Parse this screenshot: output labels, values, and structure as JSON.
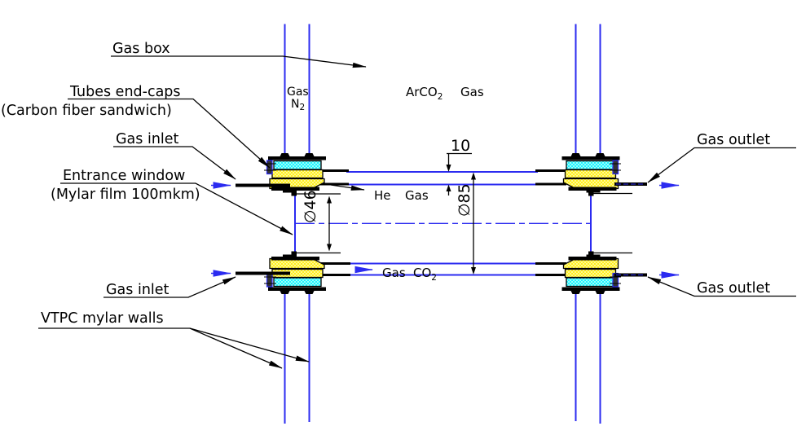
{
  "labels": {
    "gas_box": "Gas box",
    "tubes_end_caps": "Tubes end-caps",
    "tubes_end_caps_sub": "(Carbon fiber sandwich)",
    "gas_inlet_top": "Gas inlet",
    "entrance_window": "Entrance window",
    "entrance_window_sub": "(Mylar film  100mkm)",
    "gas_inlet_bottom": "Gas inlet",
    "vtpc_mylar_walls": "VTPC mylar walls",
    "gas_outlet_top": "Gas outlet",
    "gas_outlet_bottom": "Gas outlet"
  },
  "annotations": {
    "gas_n2_word": "Gas",
    "gas_n2_symbol": "N",
    "gas_n2_sub": "2",
    "arco2_main": "ArCO",
    "arco2_sub": "2",
    "arco2_word": "Gas",
    "he_symbol": "He",
    "he_word": "Gas",
    "co2_word": "Gas",
    "co2_main": "CO",
    "co2_sub": "2"
  },
  "dimensions": {
    "wall_gap": "10",
    "outer_diameter": "∅85",
    "inner_diameter": "∅46"
  },
  "colors": {
    "line_blue": "#2b2bf0",
    "tube_cyan": "#00f2ff",
    "cap_yellow": "#ffee00",
    "outline_black": "#000000"
  }
}
